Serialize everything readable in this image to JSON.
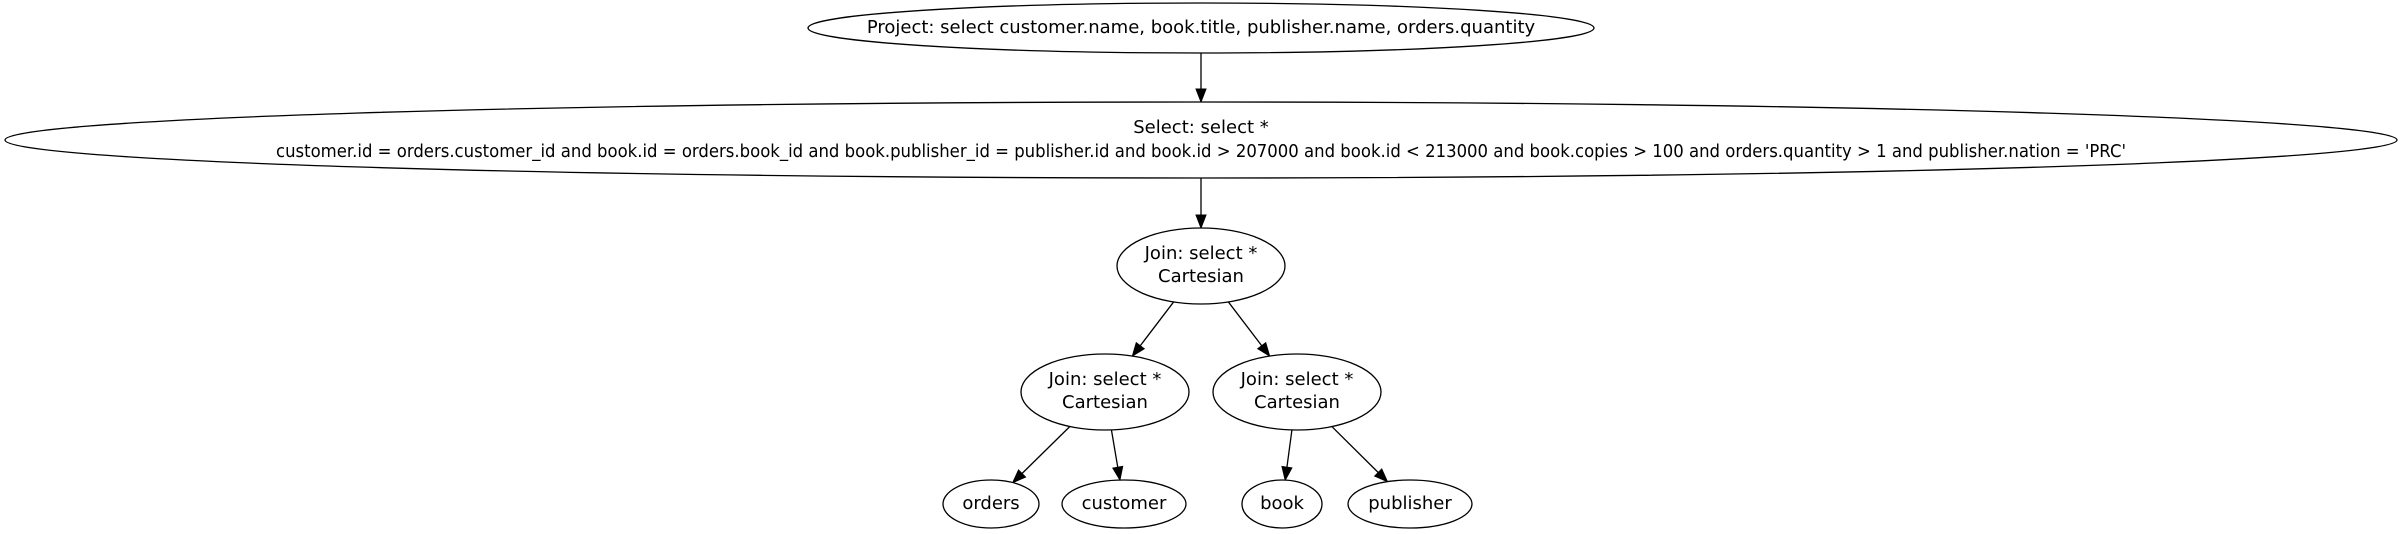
{
  "nodes": {
    "project": {
      "lines": [
        "Project: select customer.name, book.title, publisher.name, orders.quantity"
      ]
    },
    "select": {
      "lines": [
        "Select: select *",
        "customer.id = orders.customer_id and book.id = orders.book_id and book.publisher_id = publisher.id and book.id > 207000 and book.id < 213000 and book.copies > 100 and orders.quantity > 1 and publisher.nation = 'PRC'"
      ]
    },
    "join_root": {
      "lines": [
        "Join: select *",
        "Cartesian"
      ]
    },
    "join_left": {
      "lines": [
        "Join: select *",
        "Cartesian"
      ]
    },
    "join_right": {
      "lines": [
        "Join: select *",
        "Cartesian"
      ]
    },
    "orders": {
      "lines": [
        "orders"
      ]
    },
    "customer": {
      "lines": [
        "customer"
      ]
    },
    "book": {
      "lines": [
        "book"
      ]
    },
    "publisher": {
      "lines": [
        "publisher"
      ]
    }
  },
  "edges": [
    {
      "from": "project",
      "to": "select"
    },
    {
      "from": "select",
      "to": "join_root"
    },
    {
      "from": "join_root",
      "to": "join_left"
    },
    {
      "from": "join_root",
      "to": "join_right"
    },
    {
      "from": "join_left",
      "to": "orders"
    },
    {
      "from": "join_left",
      "to": "customer"
    },
    {
      "from": "join_right",
      "to": "book"
    },
    {
      "from": "join_right",
      "to": "publisher"
    }
  ]
}
